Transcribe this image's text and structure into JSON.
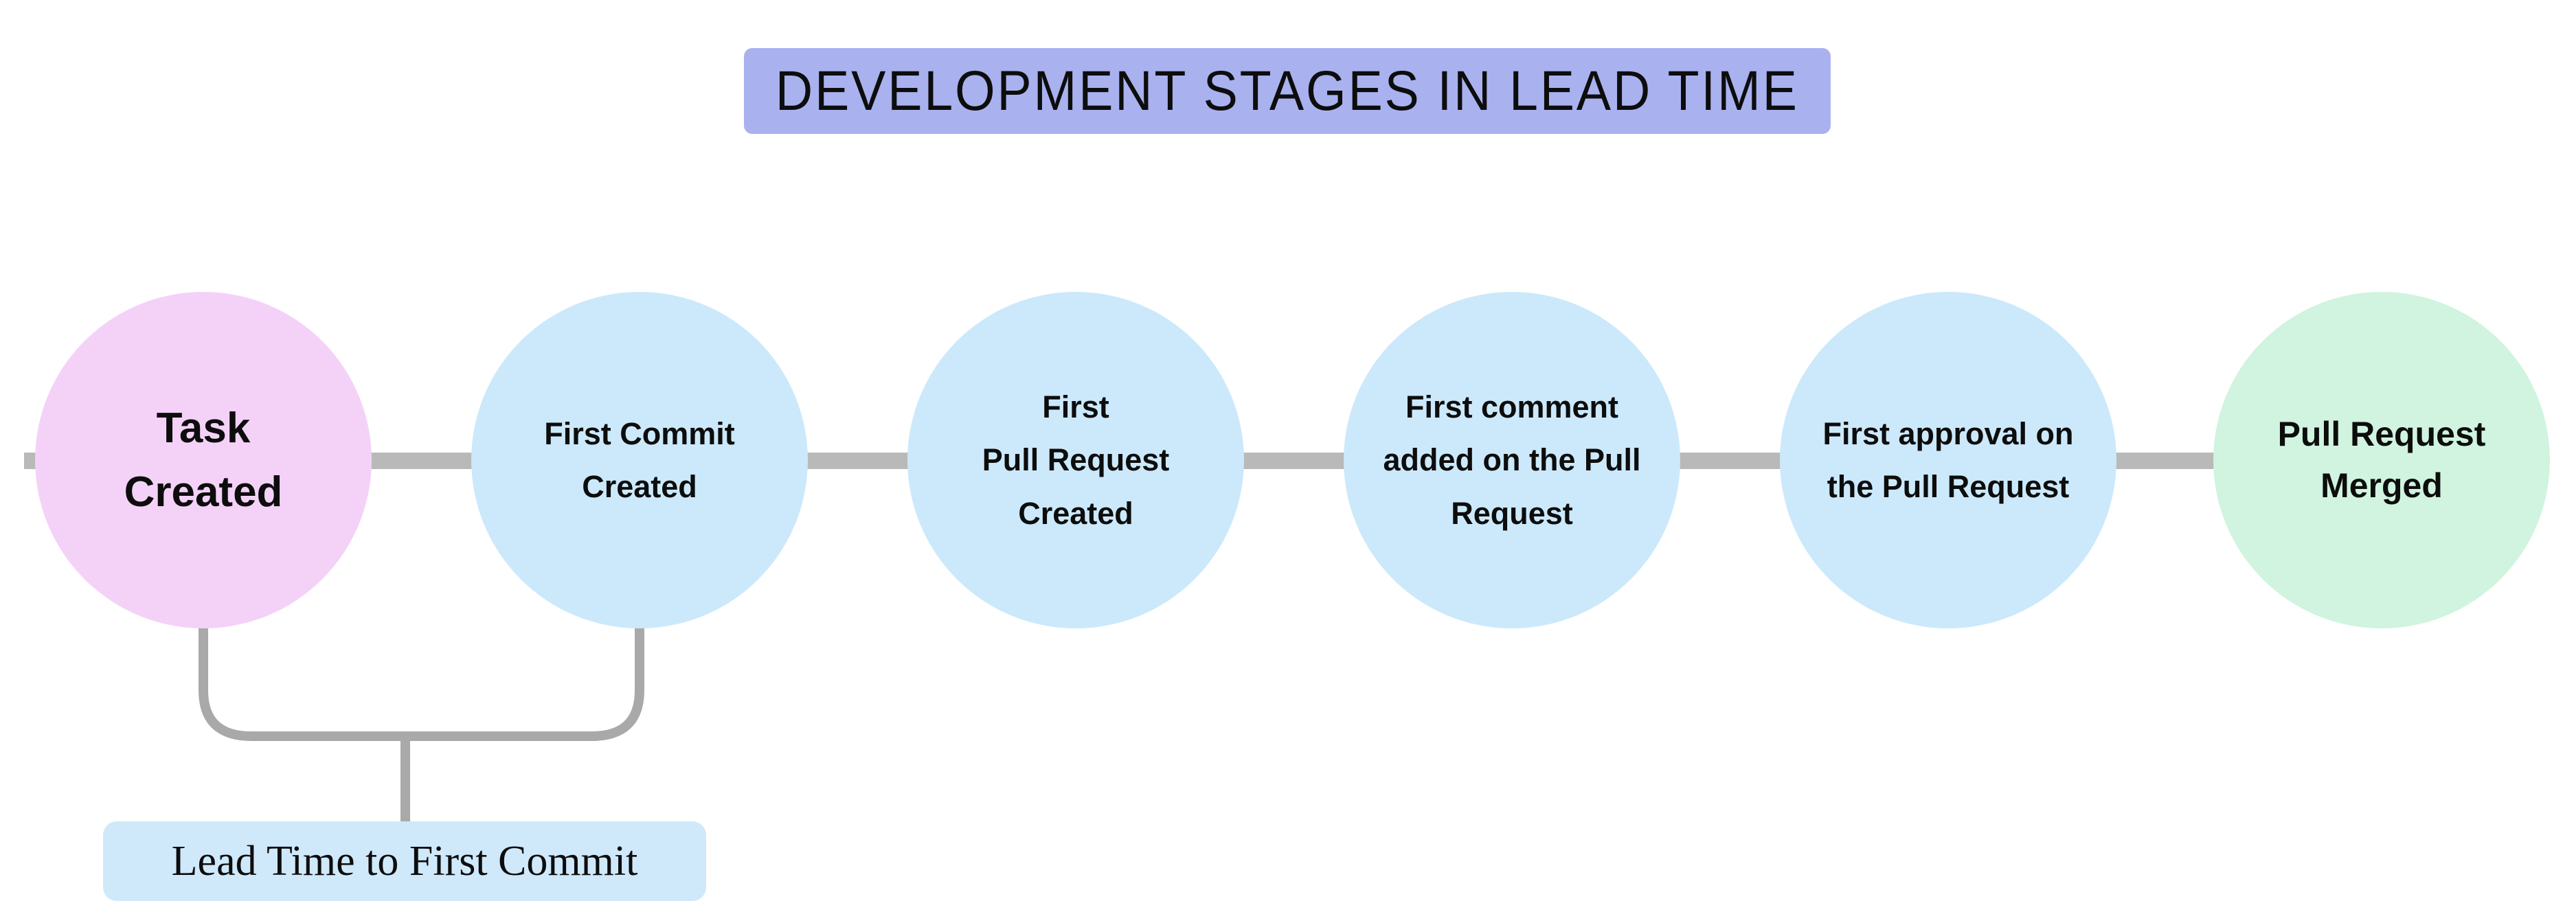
{
  "title": {
    "text": "DEVELOPMENT STAGES IN LEAD TIME"
  },
  "colors": {
    "title_bg": "#a9b2ef",
    "stage_pink": "#f4d2f8",
    "stage_blue": "#cce9fb",
    "stage_green": "#d0f4df",
    "annotation_bg": "#cfe9fb",
    "connector": "#b9b9b9",
    "bracket": "#a9a9a9",
    "text": "#0d0d0d"
  },
  "stages": [
    {
      "name": "task-created",
      "lines": [
        "Task",
        "Created"
      ],
      "color": "#f4d2f8"
    },
    {
      "name": "first-commit-created",
      "lines": [
        "First Commit",
        "Created"
      ],
      "color": "#cce9fb"
    },
    {
      "name": "first-pull-request-created",
      "lines": [
        "First",
        "Pull Request",
        "Created"
      ],
      "color": "#cce9fb"
    },
    {
      "name": "first-comment-added-on-pull-request",
      "lines": [
        "First comment",
        "added on the Pull",
        "Request"
      ],
      "color": "#cce9fb"
    },
    {
      "name": "first-approval-on-pull-request",
      "lines": [
        "First approval on",
        "the Pull Request"
      ],
      "color": "#cce9fb"
    },
    {
      "name": "pull-request-merged",
      "lines": [
        "Pull Request",
        "Merged"
      ],
      "color": "#d0f4df"
    }
  ],
  "annotation": {
    "text": "Lead Time to First Commit"
  }
}
